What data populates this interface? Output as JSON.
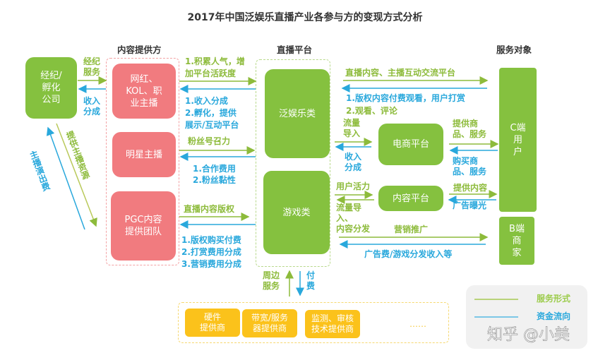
{
  "title": "2017年中国泛娱乐直播产业各参与方的变现方式分析",
  "headers": {
    "provider": "内容提供方",
    "platform": "直播平台",
    "target": "服务对象"
  },
  "agency": "经纪/\n孵化\n公司",
  "providers": [
    "网红、\nKOL、职\n业主播",
    "明星主播",
    "PGC内容\n提供团队"
  ],
  "platforms": [
    "泛娱乐类",
    "游戏类"
  ],
  "sub_platforms": [
    "电商平台",
    "内容平台"
  ],
  "targets": [
    "C端\n用\n户",
    "B端\n商\n家"
  ],
  "suppliers": [
    "硬件\n提供商",
    "带宽/服务\n器提供商",
    "监测、审核\n技术提供商"
  ],
  "suppliers_more": "……",
  "labels": {
    "agency_service": "经纪\n服务",
    "agency_income": "收入\n分成",
    "provide_resources": "提供主播资源",
    "perform_fee": "主播演出费",
    "l1_green": "1.积累人气，增\n加平台活跃度",
    "l1_blue": "1.收入分成\n2.孵化，提供\n展示/互动平台",
    "l2_green": "粉丝号召力",
    "l2_blue": "1.合作费用\n2.粉丝黏性",
    "l3_green": "直播内容版权",
    "l3_blue": "1.版权购买付费\n2.打赏费用分成\n3.营销费用分成",
    "c_green": "直播内容、主播互动交流平台",
    "c_blue1": "1.版权内容付费观看，用户打赏",
    "c_green2": "2.观看、评论",
    "traffic_in": "流量\n导入",
    "income_share": "收入\n分成",
    "user_activity": "用户活力",
    "traffic_dist": "流量导\n入、\n内容分发",
    "provide_goods": "提供商\n品、服务",
    "buy_goods": "购买商\n品、服务",
    "provide_content": "提供内容",
    "ad_exposure": "广告曝光",
    "marketing": "营销推广",
    "ad_fee": "广告费/游戏分发收入等",
    "peripheral": "周边\n服务",
    "pay": "付\n费"
  },
  "legend": {
    "service": "服务形式",
    "money": "资金流向"
  },
  "watermark": "知乎 @小美",
  "colors": {
    "green": "#85c13f",
    "pink": "#f17b7f",
    "blue": "#29a8dc",
    "yellow": "#fbc21b"
  }
}
